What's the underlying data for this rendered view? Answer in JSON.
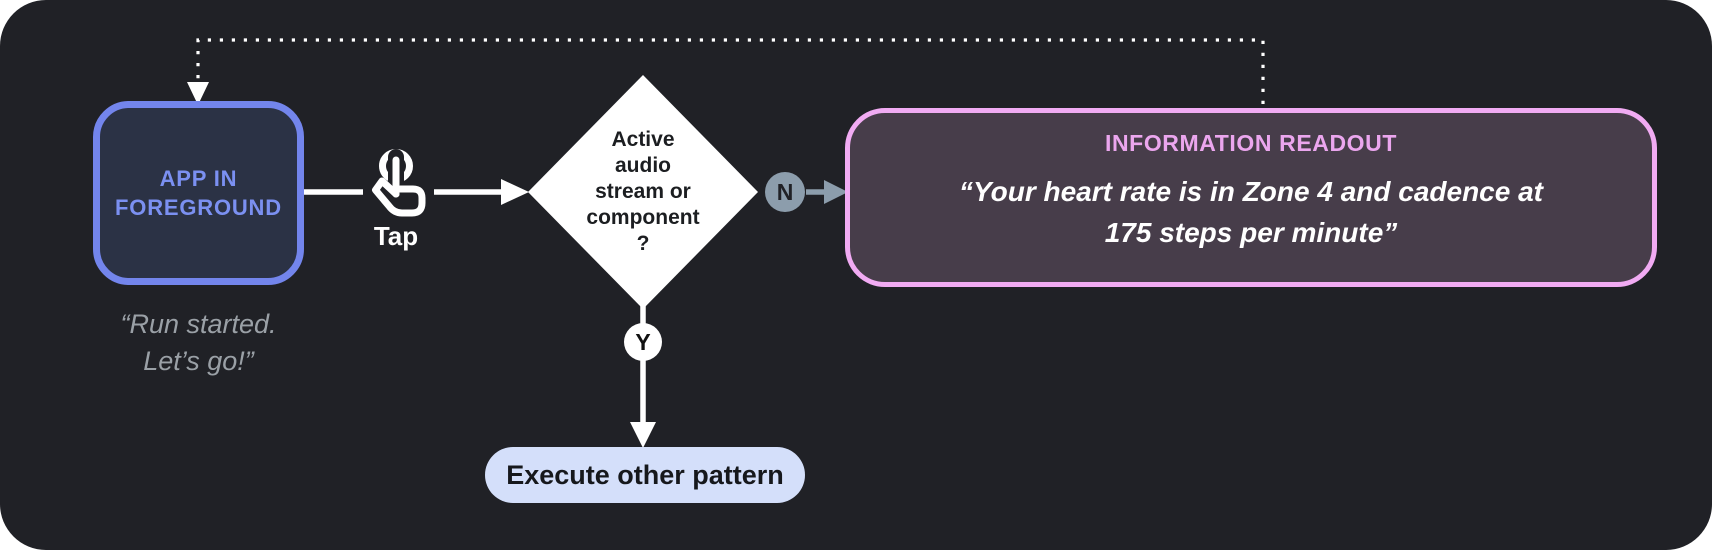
{
  "diagram": {
    "nodes": {
      "app": {
        "label": "APP IN\nFOREGROUND",
        "caption": "“Run started.\nLet’s go!”"
      },
      "tap": {
        "label": "Tap"
      },
      "decision": {
        "label": "Active\naudio\nstream or\ncomponent\n?"
      },
      "no_branch": {
        "badge": "N"
      },
      "yes_branch": {
        "badge": "Y"
      },
      "readout": {
        "title": "INFORMATION READOUT",
        "quote": "“Your heart rate is in Zone 4 and cadence at\n175 steps per minute”"
      },
      "execute": {
        "label": "Execute other pattern"
      }
    },
    "colors": {
      "card_background": "#202126",
      "app_border": "#7385EC",
      "app_fill": "#2B3245",
      "app_text": "#7B90F1",
      "caption_text": "#9AA0A6",
      "decision_fill": "#FFFFFF",
      "no_badge": "#8C9DAC",
      "yes_badge": "#FFFFFF",
      "readout_border": "#F1ABF3",
      "readout_title": "#EBA6EE",
      "readout_fill": "#473D4A",
      "execute_fill": "#D4DFFA",
      "connector_white": "#FFFFFF",
      "connector_gray": "#8C9DAC"
    },
    "icons": [
      "tap-gesture-icon",
      "dotted-feedback-arrow"
    ]
  }
}
